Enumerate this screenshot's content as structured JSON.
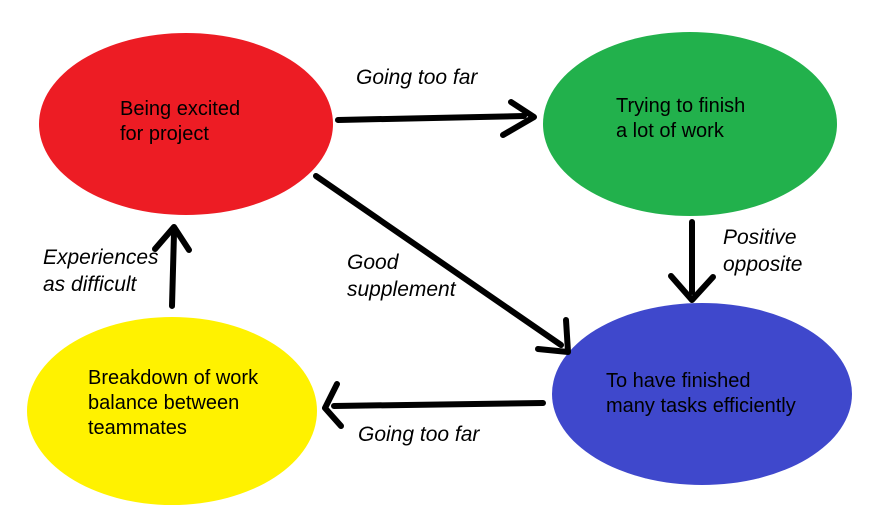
{
  "diagram": {
    "background_color": "#ffffff",
    "text_color": "#000000",
    "edge_color": "#000000",
    "nodes": [
      {
        "id": "being-excited",
        "label": "Being excited\nfor project",
        "color": "#ED1C24"
      },
      {
        "id": "trying-finish",
        "label": "Trying to finish\na lot of work",
        "color": "#22B14C"
      },
      {
        "id": "finished-tasks",
        "label": "To have finished\nmany tasks efficiently",
        "color": "#3F48CC"
      },
      {
        "id": "breakdown",
        "label": "Breakdown of work\nbalance between\nteammates",
        "color": "#FFF200"
      }
    ],
    "edges": [
      {
        "id": "excited-to-trying",
        "label": "Going too far"
      },
      {
        "id": "trying-to-finished",
        "label": "Positive\nopposite"
      },
      {
        "id": "excited-to-finished",
        "label": "Good\nsupplement"
      },
      {
        "id": "finished-to-breakdown",
        "label": "Going too far"
      },
      {
        "id": "breakdown-to-excited",
        "label": "Experiences\nas difficult"
      }
    ]
  }
}
